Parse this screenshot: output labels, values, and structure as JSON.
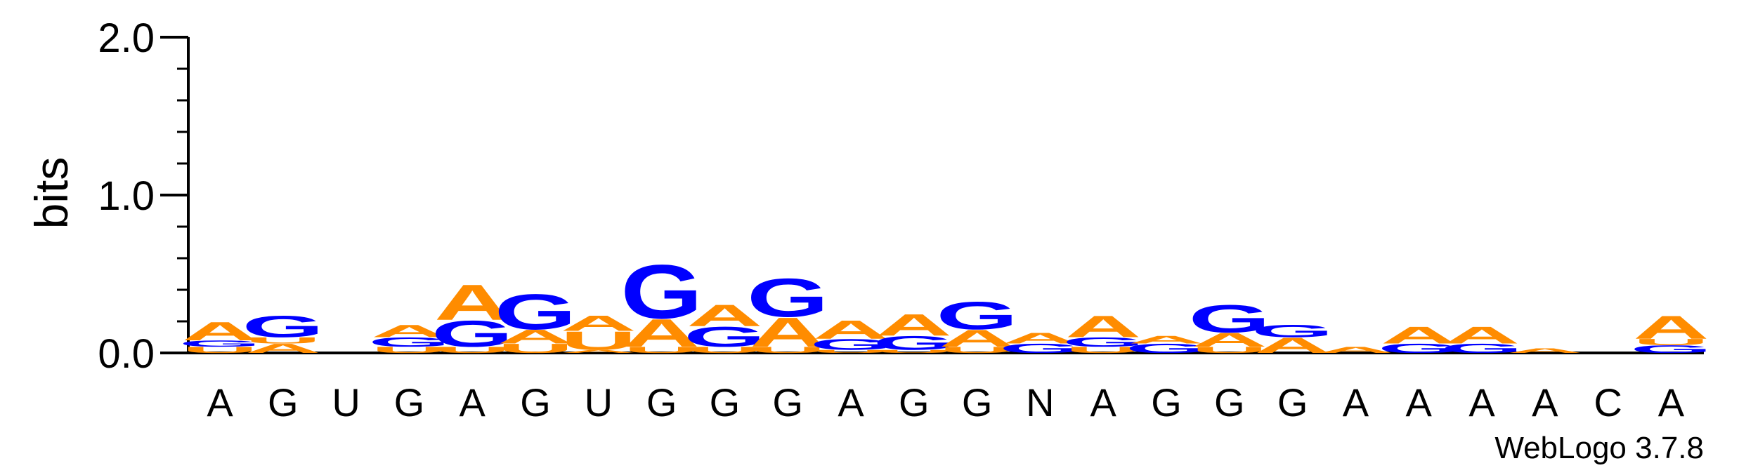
{
  "chart_data": {
    "type": "sequence-logo",
    "ylabel": "bits",
    "ylim": [
      0,
      2.0
    ],
    "yticks": [
      "0.0",
      "1.0",
      "2.0"
    ],
    "positions": [
      "A",
      "G",
      "U",
      "G",
      "A",
      "G",
      "U",
      "G",
      "G",
      "G",
      "A",
      "G",
      "G",
      "N",
      "A",
      "G",
      "G",
      "G",
      "A",
      "A",
      "A",
      "A",
      "C",
      "A"
    ],
    "colors": {
      "A": "#FF8C00",
      "G": "#0000FF",
      "U": "#FF8C00",
      "C": "#0000FF"
    },
    "stacks": [
      [
        {
          "l": "U",
          "h": 0.04
        },
        {
          "l": "G",
          "h": 0.04
        },
        {
          "l": "A",
          "h": 0.12
        }
      ],
      [
        {
          "l": "A",
          "h": 0.06
        },
        {
          "l": "U",
          "h": 0.04
        },
        {
          "l": "G",
          "h": 0.14
        }
      ],
      [],
      [
        {
          "l": "U",
          "h": 0.04
        },
        {
          "l": "G",
          "h": 0.06
        },
        {
          "l": "A",
          "h": 0.08
        }
      ],
      [
        {
          "l": "U",
          "h": 0.04
        },
        {
          "l": "G",
          "h": 0.17
        },
        {
          "l": "A",
          "h": 0.23
        }
      ],
      [
        {
          "l": "U",
          "h": 0.06
        },
        {
          "l": "A",
          "h": 0.09
        },
        {
          "l": "G",
          "h": 0.23
        }
      ],
      [
        {
          "l": "A",
          "h": 0.02
        },
        {
          "l": "U",
          "h": 0.12
        },
        {
          "l": "A",
          "h": 0.1
        }
      ],
      [
        {
          "l": "U",
          "h": 0.04
        },
        {
          "l": "A",
          "h": 0.18
        },
        {
          "l": "G",
          "h": 0.35
        }
      ],
      [
        {
          "l": "U",
          "h": 0.04
        },
        {
          "l": "G",
          "h": 0.13
        },
        {
          "l": "A",
          "h": 0.14
        }
      ],
      [
        {
          "l": "U",
          "h": 0.04
        },
        {
          "l": "A",
          "h": 0.19
        },
        {
          "l": "G",
          "h": 0.25
        }
      ],
      [
        {
          "l": "U",
          "h": 0.02
        },
        {
          "l": "G",
          "h": 0.07
        },
        {
          "l": "A",
          "h": 0.12
        }
      ],
      [
        {
          "l": "U",
          "h": 0.02
        },
        {
          "l": "G",
          "h": 0.09
        },
        {
          "l": "A",
          "h": 0.14
        }
      ],
      [
        {
          "l": "U",
          "h": 0.04
        },
        {
          "l": "A",
          "h": 0.11
        },
        {
          "l": "G",
          "h": 0.18
        }
      ],
      [
        {
          "l": "G",
          "h": 0.06
        },
        {
          "l": "A",
          "h": 0.07
        }
      ],
      [
        {
          "l": "U",
          "h": 0.04
        },
        {
          "l": "G",
          "h": 0.06
        },
        {
          "l": "A",
          "h": 0.14
        }
      ],
      [
        {
          "l": "G",
          "h": 0.06
        },
        {
          "l": "A",
          "h": 0.05
        }
      ],
      [
        {
          "l": "U",
          "h": 0.04
        },
        {
          "l": "A",
          "h": 0.09
        },
        {
          "l": "G",
          "h": 0.18
        }
      ],
      [
        {
          "l": "A",
          "h": 0.1
        },
        {
          "l": "G",
          "h": 0.08
        }
      ],
      [
        {
          "l": "A",
          "h": 0.04
        }
      ],
      [
        {
          "l": "G",
          "h": 0.06
        },
        {
          "l": "A",
          "h": 0.11
        }
      ],
      [
        {
          "l": "G",
          "h": 0.06
        },
        {
          "l": "A",
          "h": 0.11
        }
      ],
      [
        {
          "l": "A",
          "h": 0.03
        }
      ],
      [],
      [
        {
          "l": "G",
          "h": 0.05
        },
        {
          "l": "U",
          "h": 0.04
        },
        {
          "l": "A",
          "h": 0.15
        }
      ]
    ],
    "credit": "WebLogo 3.7.8"
  }
}
